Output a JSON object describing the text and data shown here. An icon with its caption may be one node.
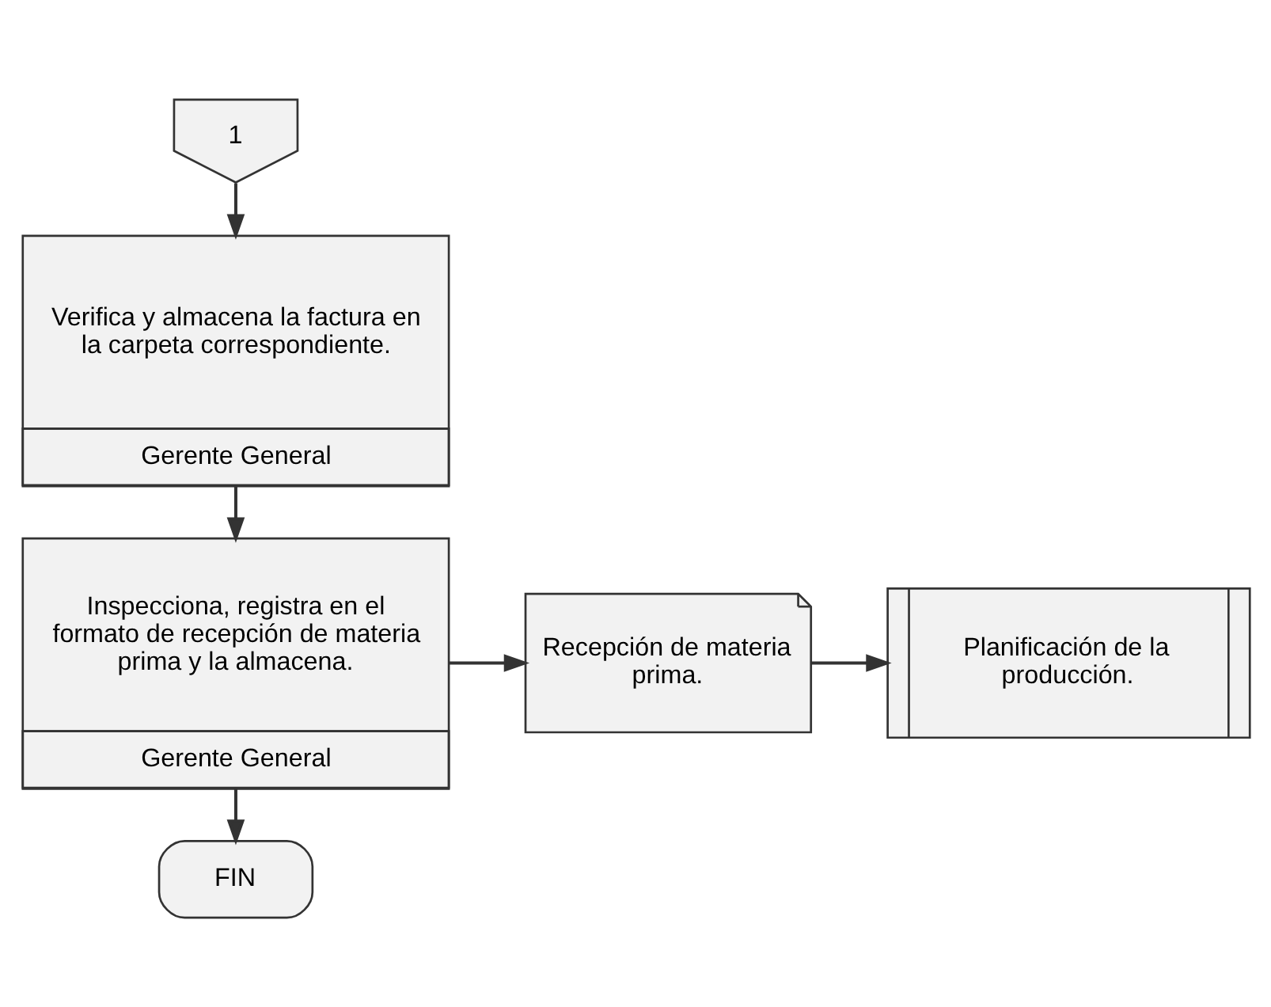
{
  "diagram": {
    "nodes": [
      {
        "text": [
          "1"
        ]
      },
      {
        "text": [
          "Verifica y almacena la factura en la carpeta correspondiente.",
          "Gerente General"
        ]
      },
      {
        "text": [
          "Inspecciona, registra en el formato de recepción de materia prima y la almacena.",
          "Gerente General"
        ]
      },
      {
        "text": [
          "Recepción de materia prima."
        ]
      },
      {
        "text": [
          "Planificación de la producción."
        ]
      },
      {
        "text": [
          "FIN"
        ]
      }
    ],
    "edges": [
      {
        "from": 0,
        "to": 1,
        "arrow": "to"
      },
      {
        "from": 1,
        "to": 2,
        "arrow": "to"
      },
      {
        "from": 2,
        "to": 3,
        "arrow": "to"
      },
      {
        "from": 3,
        "to": 4,
        "arrow": "to"
      },
      {
        "from": 2,
        "to": 5,
        "arrow": "to"
      }
    ]
  }
}
